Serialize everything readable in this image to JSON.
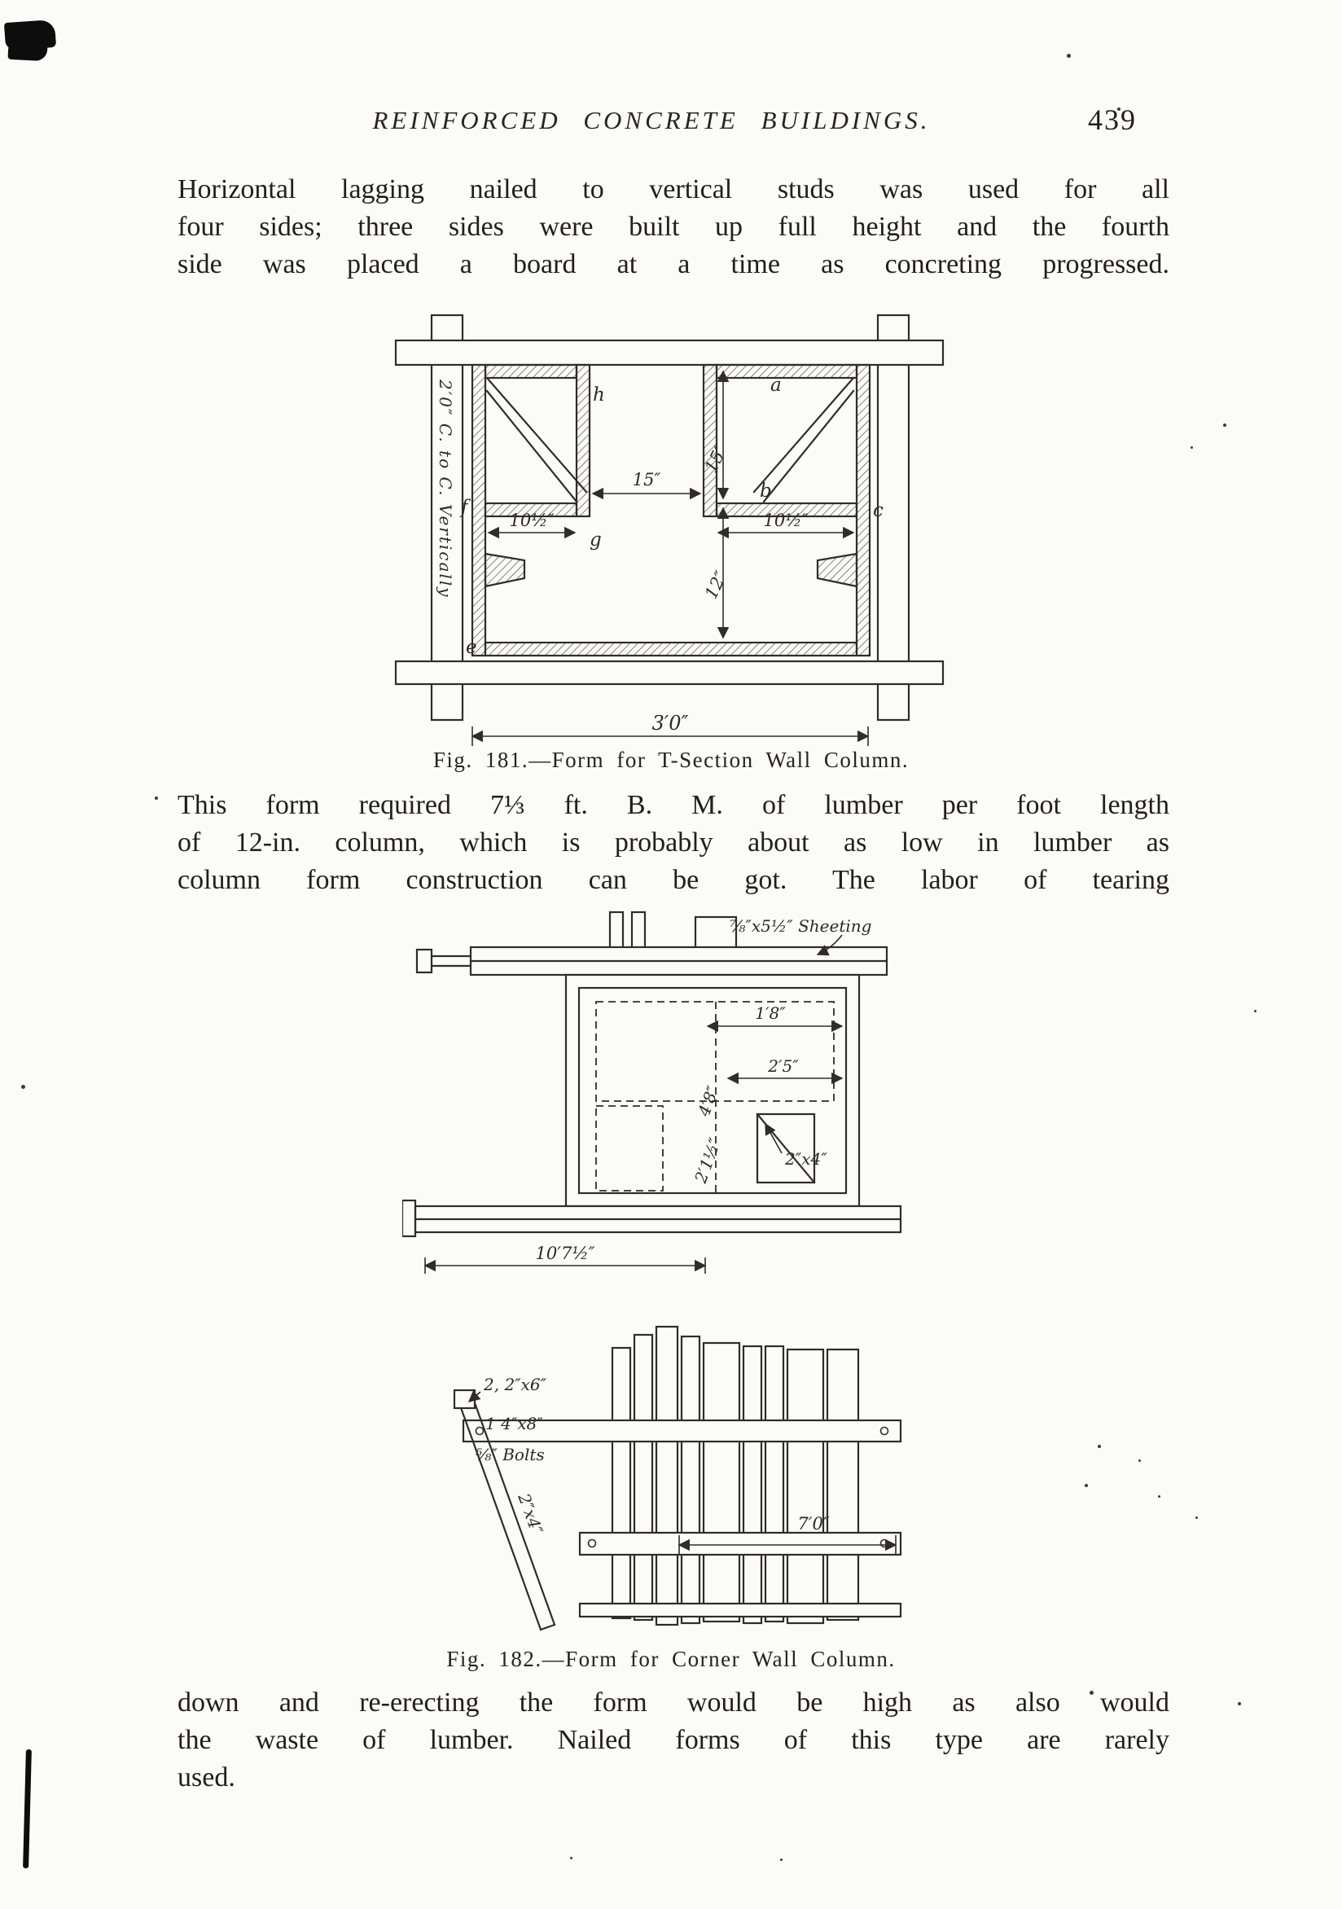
{
  "page": {
    "header": {
      "title": "REINFORCED CONCRETE BUILDINGS.",
      "page_number": "439"
    },
    "paragraphs": {
      "p1": [
        "Horizontal lagging nailed to vertical studs was used for all",
        "four sides; three sides were built up full height and the fourth",
        "side was placed a board at a time as concreting progressed.",
        "Horizontal lagging nailed to vertical studs was used for all four sides; three sides were built up full height and the fourth side was placed a board at a time as concreting progressed."
      ],
      "p2": [
        "This form required 7⅓ ft. B. M. of lumber per foot length",
        "of 12-in. column, which is probably about as low in lumber as",
        "column form construction can be got.  The labor of tearing",
        "This form required 7⅓ ft. B. M. of lumber per foot length of 12-in. column, which is probably about as low in lumber as column form construction can be got. The labor of tearing"
      ],
      "p3": [
        "down and re-erecting the form would be high as also would",
        "the waste of lumber.  Nailed forms of this type are rarely",
        "used.",
        "down and re-erecting the form would be high as also would the waste of lumber. Nailed forms of this type are rarely used."
      ]
    }
  },
  "fig181": {
    "caption": "Fig. 181.—Form for T-Section Wall Column.",
    "labels": {
      "vertical_cc": "2′0″ C. to C. Vertically",
      "dim_15_h": "15″",
      "dim_15_v": "15″",
      "dim_12_v": "12″",
      "dim_10half_left": "10½″",
      "dim_10half_right": "10½″",
      "dim_3ft": "3′0″",
      "letter_a": "a",
      "letter_b": "b",
      "letter_c": "c",
      "letter_e": "e",
      "letter_f": "f",
      "letter_g": "g",
      "letter_h": "h"
    }
  },
  "fig182": {
    "caption": "Fig. 182.—Form for Corner Wall Column.",
    "plan": {
      "sheeting": "⅞″x5½″ Sheeting",
      "dim_1_8": "1′8″",
      "dim_2_5": "2′5″",
      "dim_4_8": "4′8″",
      "dim_2_1half": "2′1½″",
      "lumber_2x4": "2″x4″",
      "dim_10_7half": "10′7½″"
    },
    "elevation": {
      "lumber_2_2x6": "2, 2″x6″",
      "lumber_1_4x8": "1 4″x8″",
      "bolts": "⅝″ Bolts",
      "lumber_2x4": "2″x4″",
      "dim_7_0": "7′0″"
    }
  }
}
